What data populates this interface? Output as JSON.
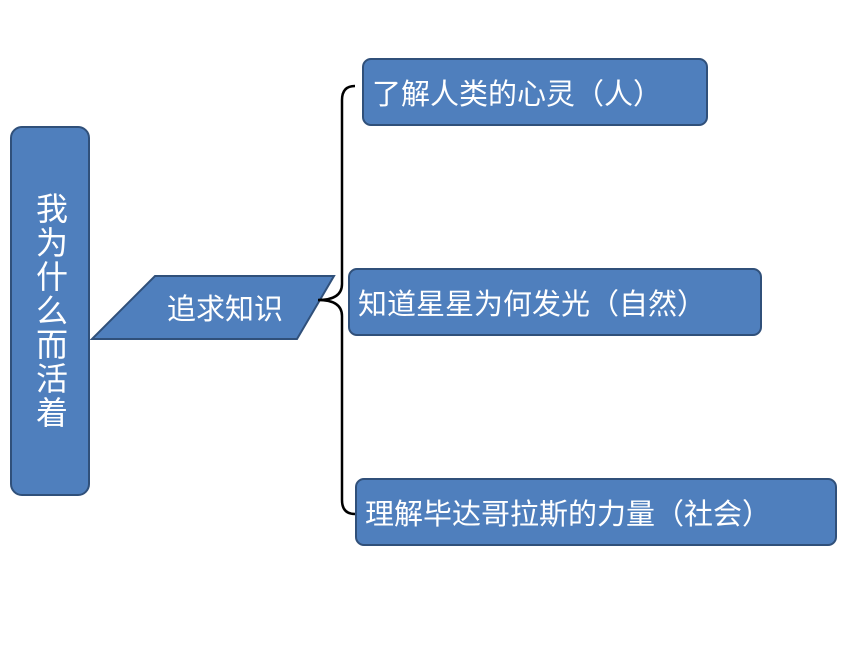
{
  "root": {
    "label": "我为什么而活着"
  },
  "branch": {
    "label": "追求知识"
  },
  "leaves": [
    {
      "label": "了解人类的心灵（人）"
    },
    {
      "label": "知道星星为何发光（自然）"
    },
    {
      "label": "理解毕达哥拉斯的力量（社会）"
    }
  ],
  "colors": {
    "fill": "#4f7fbd",
    "stroke": "#30507a",
    "text": "#ffffff",
    "line": "#000000"
  }
}
